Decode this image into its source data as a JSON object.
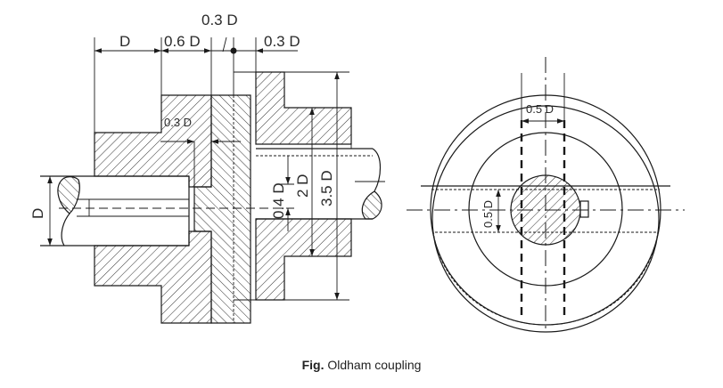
{
  "figure": {
    "caption_prefix": "Fig.",
    "caption_text": "Oldham  coupling"
  },
  "dimensions": {
    "hub_length": "D",
    "flange_offset": "0.6 D",
    "disc_thickness": "0.3 D",
    "right_flange_offset": "0.3 D",
    "tongue_depth": "0.3 D",
    "shaft_diameter": "D",
    "tongue_height": "0.4 D",
    "hub_diameter": "2 D",
    "flange_diameter": "3.5 D",
    "slot_width_horizontal": "0.5 D",
    "slot_width_vertical": "0.5 D"
  },
  "views": {
    "left": "sectional-front-view",
    "right": "end-view"
  }
}
